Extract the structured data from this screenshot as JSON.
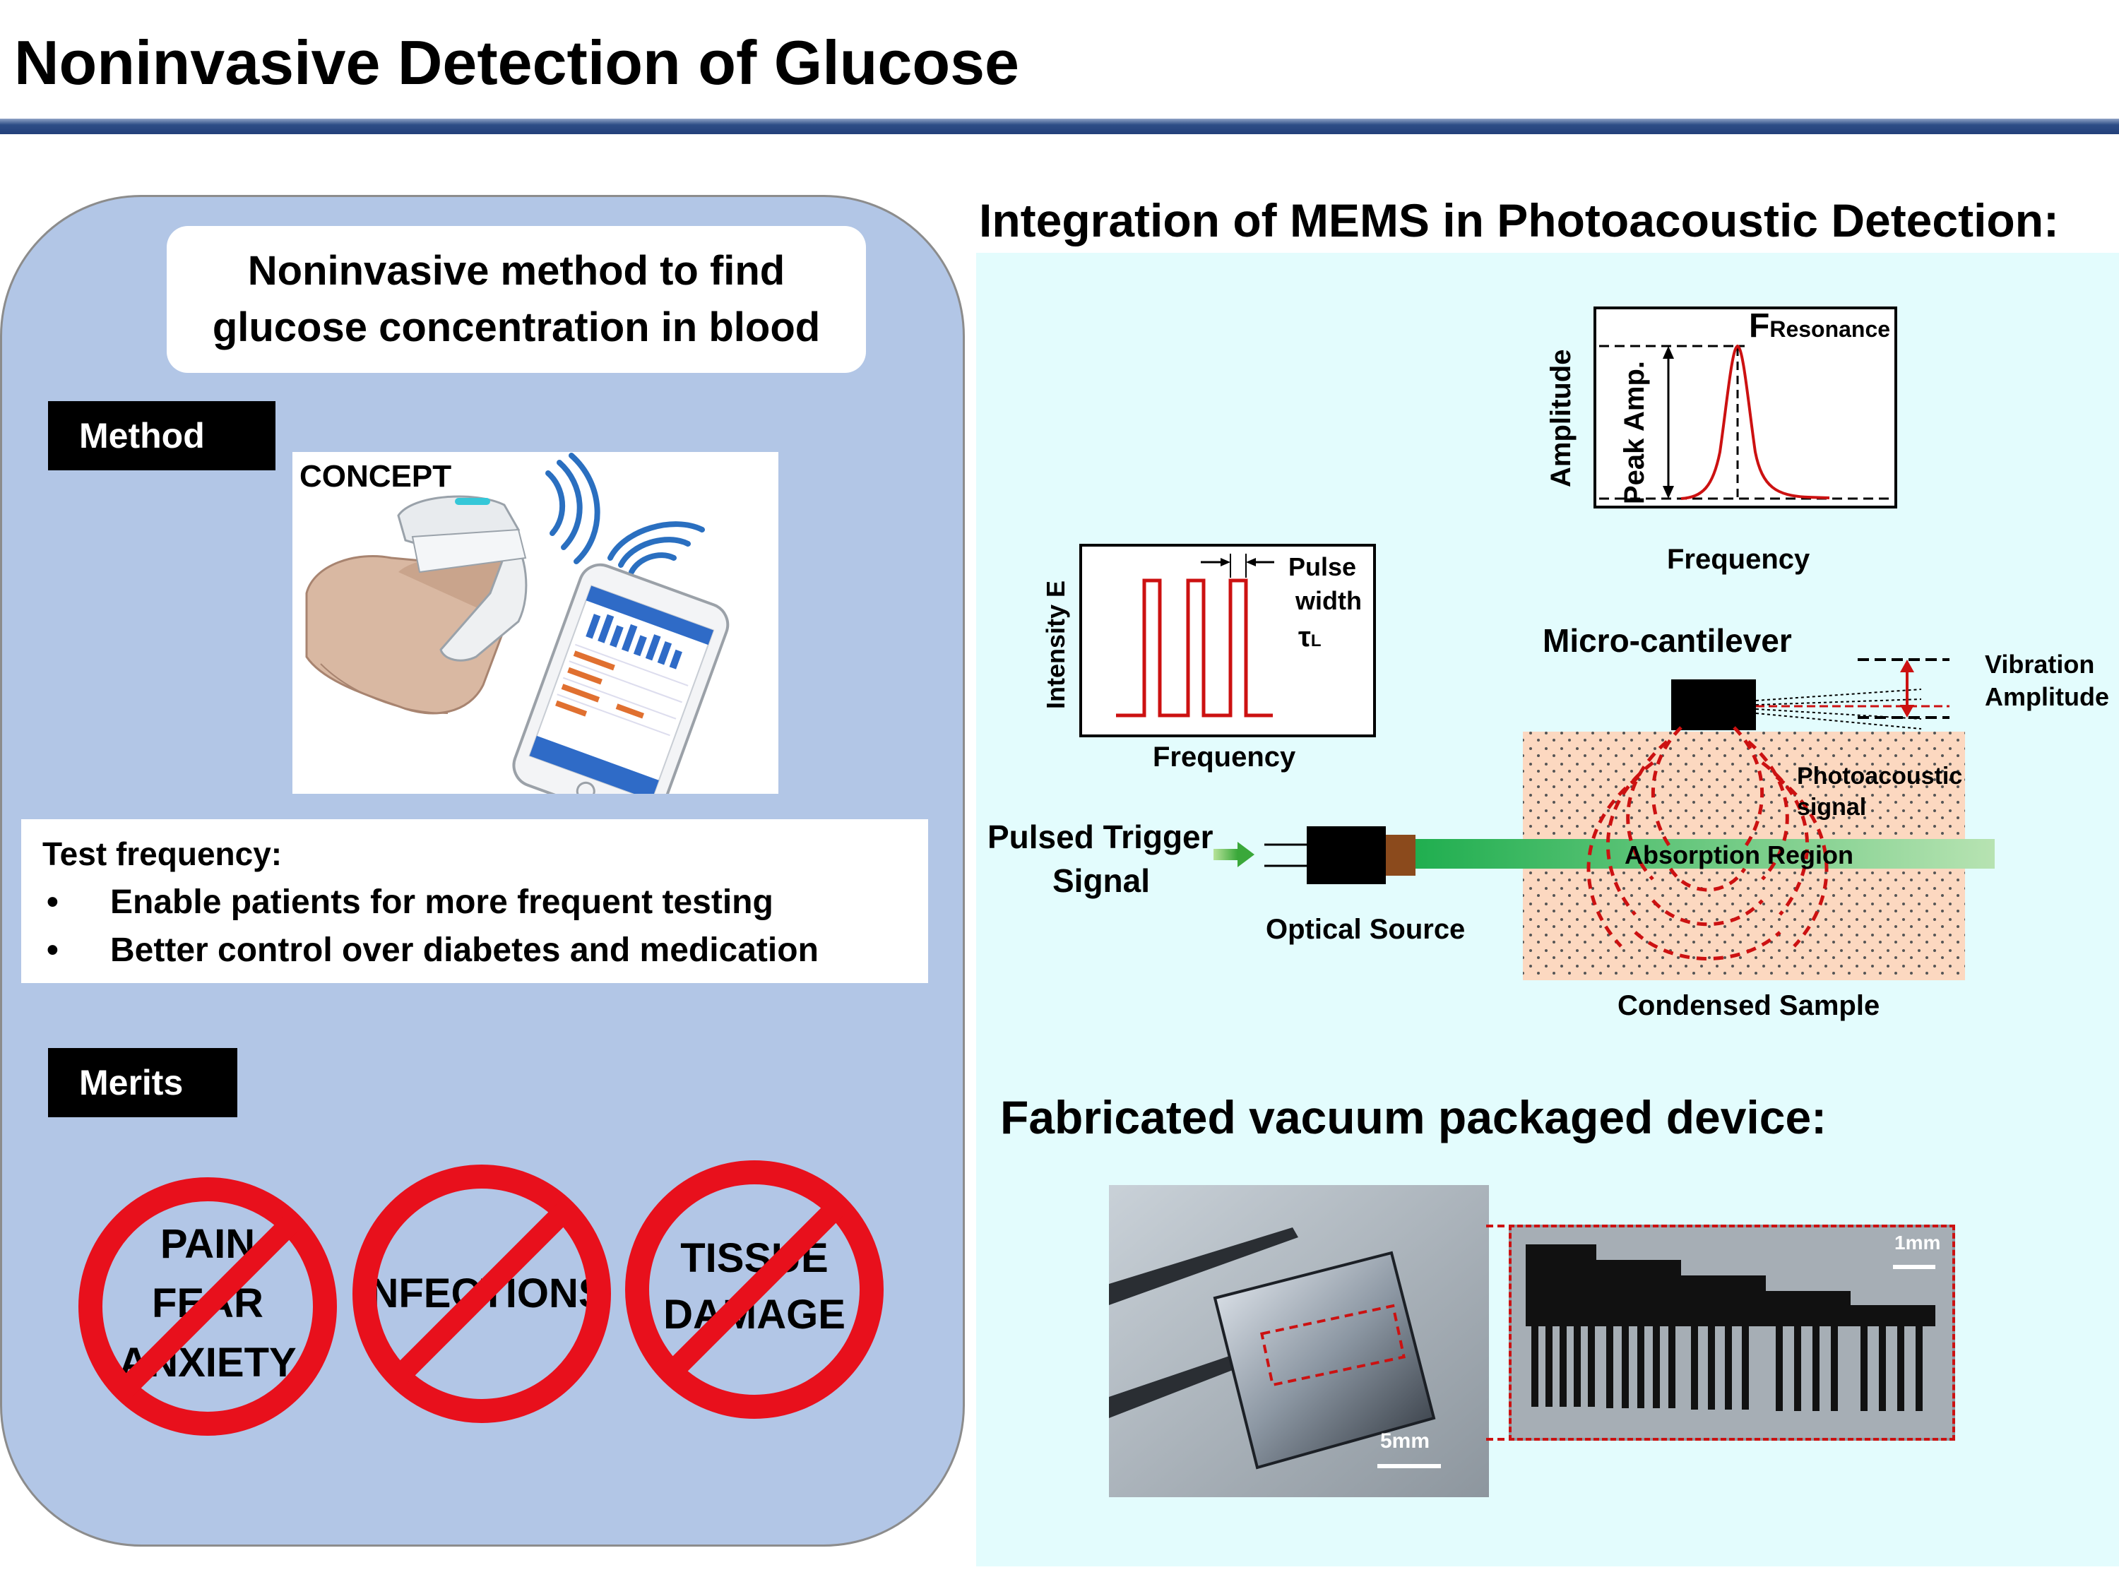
{
  "page": {
    "title": "Noninvasive Detection of Glucose"
  },
  "left": {
    "callout": {
      "line1": "Noninvasive method to find",
      "line2": "glucose concentration in blood"
    },
    "method_label": "Method",
    "concept_label": "CONCEPT",
    "test": {
      "heading": "Test frequency:",
      "bullets": [
        "Enable patients for more frequent testing",
        "Better control over diabetes and medication"
      ]
    },
    "merits_label": "Merits",
    "merits": [
      {
        "lines": [
          "PAIN",
          "FEAR",
          "ANXIETY"
        ]
      },
      {
        "lines": [
          "INFECTIONS"
        ]
      },
      {
        "lines": [
          "TISSUE",
          "DAMAGE"
        ]
      }
    ]
  },
  "right": {
    "integration_heading": "Integration of MEMS in Photoacoustic Detection:",
    "pulse_plot": {
      "ylabel": "Intensity E",
      "xlabel": "Frequency",
      "annotation_line1": "Pulse",
      "annotation_line2": "width",
      "tau": "τ",
      "tau_sub": "L"
    },
    "resonance_plot": {
      "ylabel": "Amplitude",
      "peak_label": "Peak Amp.",
      "xlabel": "Frequency",
      "f_main": "F",
      "f_sub": "Resonance"
    },
    "setup": {
      "micro_cantilever": "Micro-cantilever",
      "vibration_line1": "Vibration",
      "vibration_line2": "Amplitude",
      "photoacoustic_line1": "Photoacoustic",
      "photoacoustic_line2": "signal",
      "absorption_region": "Absorption Region",
      "pulsed_line1": "Pulsed Trigger",
      "pulsed_line2": "Signal",
      "optical_source": "Optical Source",
      "condensed_sample": "Condensed Sample"
    },
    "fabricated_heading": "Fabricated vacuum packaged device:",
    "scale_5mm": "5mm",
    "scale_1mm": "1mm"
  },
  "colors": {
    "panel": "#b2c6e6",
    "header_rule": "#2e4d86",
    "prohibition_red": "#e8101c",
    "pulse_red": "#cc1111",
    "sample_fill": "#fcd8c0",
    "beam_green": "#2fb65a",
    "right_bg": "#e3fcfd"
  },
  "icons": [
    "finger-pulse-device-icon",
    "smartphone-icon",
    "wireless-signal-icon",
    "prohibition-icon",
    "arrow-right-icon",
    "tweezers-icon"
  ]
}
